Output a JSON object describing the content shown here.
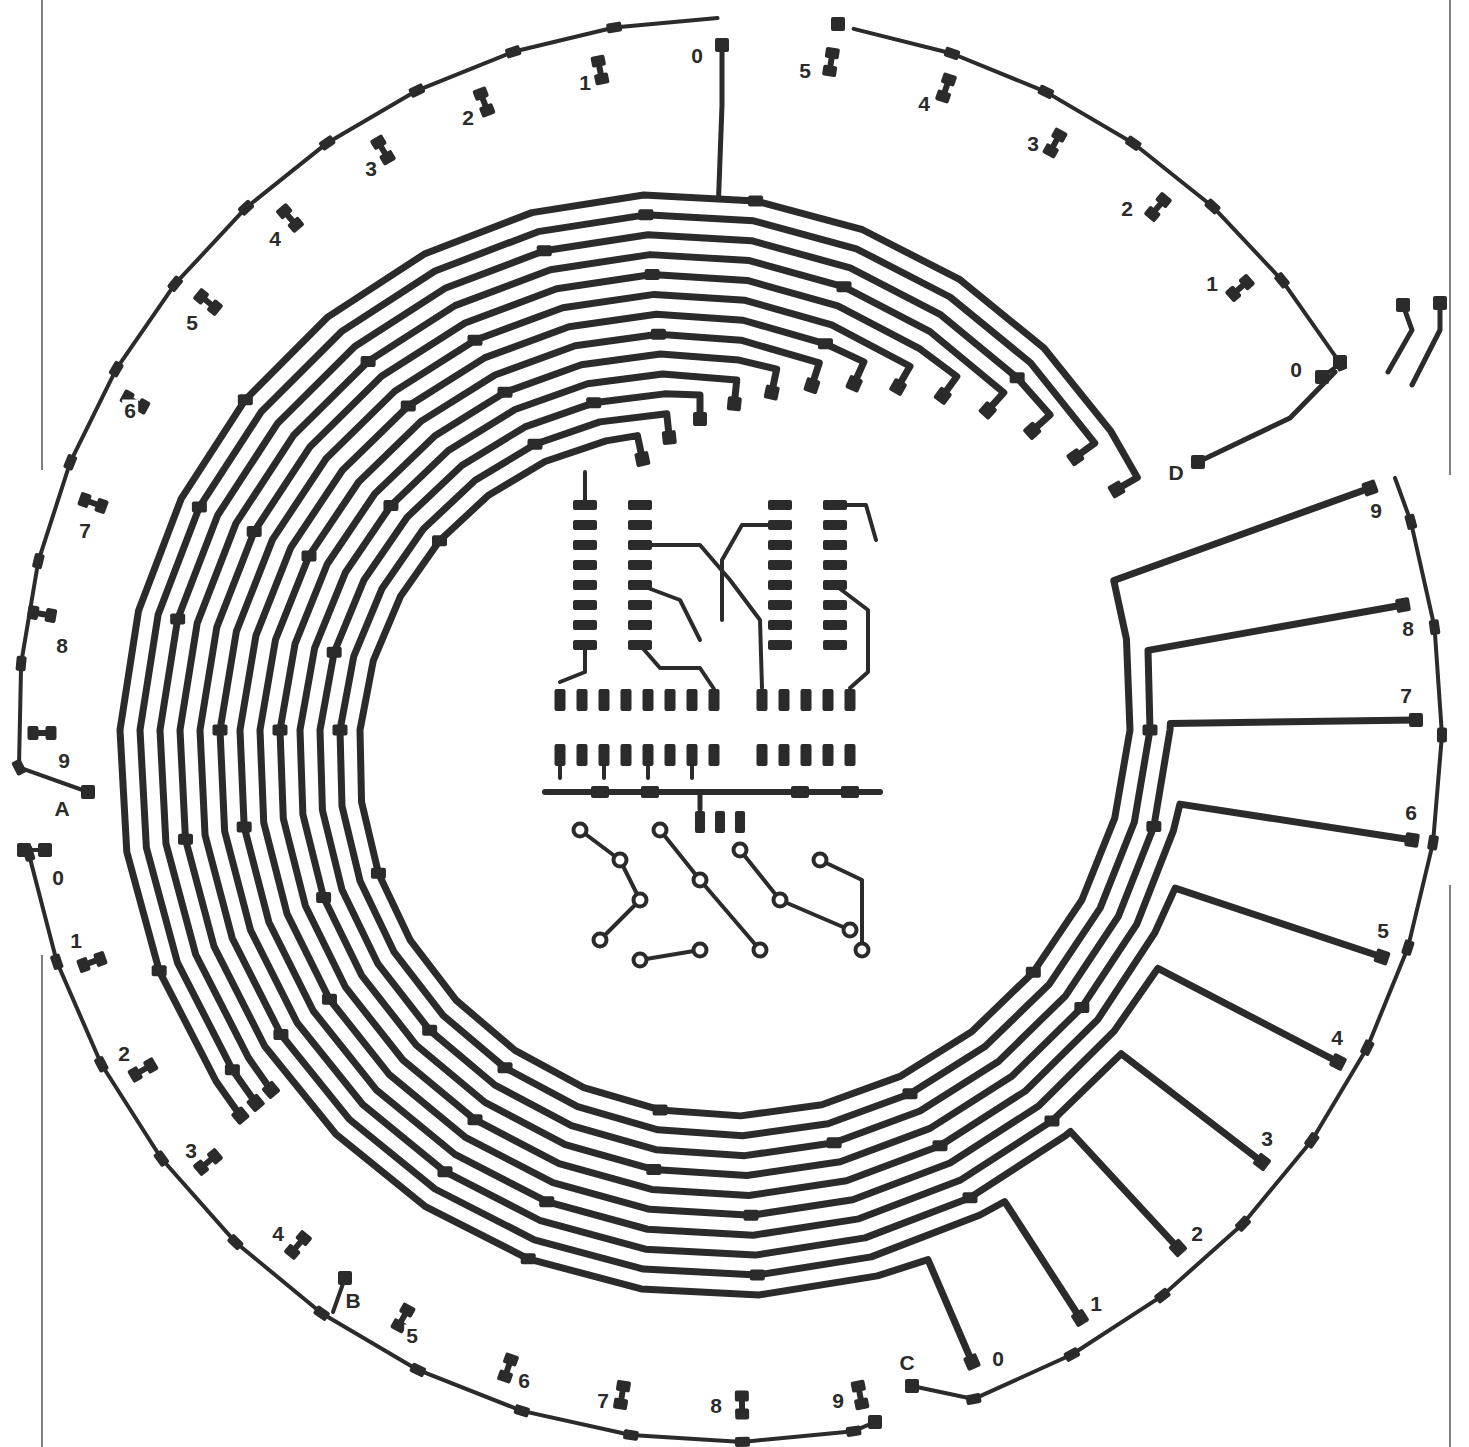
{
  "diagram": {
    "labels": [
      "0",
      "1",
      "2",
      "3",
      "4",
      "5",
      "6",
      "7",
      "8",
      "9",
      "A",
      "5",
      "4",
      "3",
      "2",
      "1",
      "0",
      "D",
      "9",
      "8",
      "7",
      "6",
      "5",
      "4",
      "3",
      "2",
      "1",
      "0",
      "0",
      "1",
      "2",
      "3",
      "4",
      "B",
      "5",
      "6",
      "7",
      "8",
      "9",
      "C"
    ]
  }
}
